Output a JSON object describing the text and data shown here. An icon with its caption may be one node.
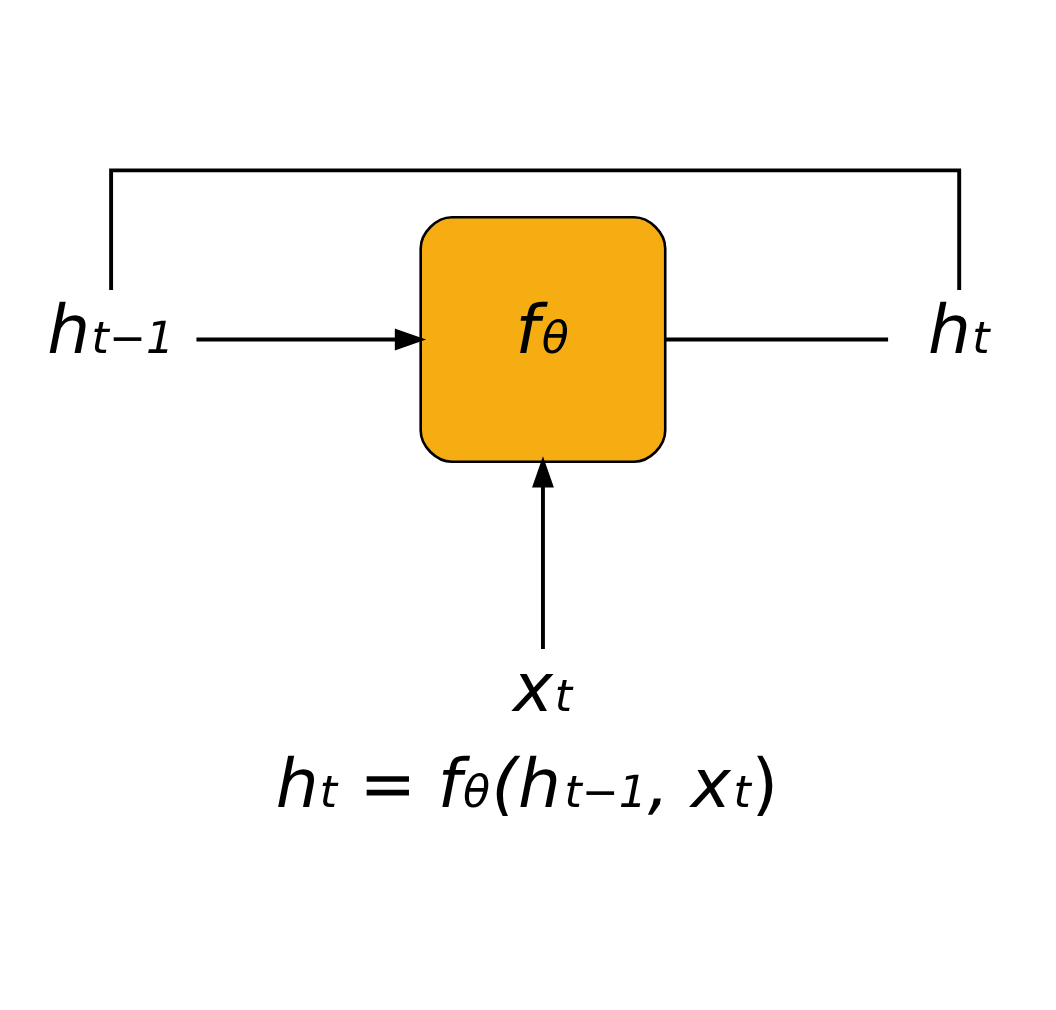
{
  "diagram": {
    "caption": "h$_{t}$ = f$_{θ}$(h$_{t−1}$, x$_{t}$)",
    "nodes": [
      {
        "text": [
          "h$_{t−1}$"
        ]
      },
      {
        "text": [
          "f$_{θ}$"
        ]
      },
      {
        "text": [
          "h$_{t}$"
        ]
      },
      {
        "text": [
          "x$_{t}$"
        ]
      }
    ],
    "edges": [
      {
        "from": 0,
        "to": 1,
        "arrow": "to"
      },
      {
        "from": 1,
        "to": 2,
        "arrow": "none"
      },
      {
        "from": 2,
        "to": 0,
        "arrow": "none"
      },
      {
        "from": 3,
        "to": 1,
        "arrow": "to"
      }
    ]
  }
}
